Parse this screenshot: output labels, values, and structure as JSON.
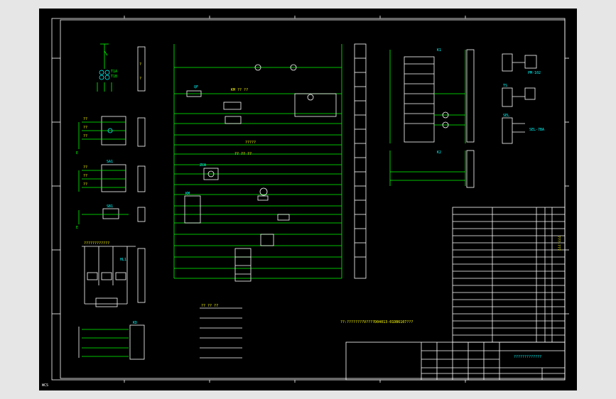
{
  "viewport_label": "WCS",
  "notes": {
    "main": "??:????????V????D04013-01DB6107???",
    "sheet_title": "?????????????"
  },
  "labels": {
    "ta": "T1A",
    "tb": "T1B",
    "e1": "E",
    "e2": "E",
    "e3": "E",
    "sa1": "SA1",
    "sb1": "SB1",
    "hl1": "HL1",
    "kd": "KD",
    "sel": "SEL",
    "sel2": "SEL-7BA",
    "pm": "PM-102",
    "qf": "QF",
    "ts": "TS",
    "k1": "K1",
    "k2": "K2",
    "zc": "ZCA",
    "side_code": "???-???",
    "km": "KM"
  },
  "colors": {
    "background": "#000000",
    "frame": "#ffffff",
    "wire": "#00ff00",
    "component": "#ffff00",
    "label": "#00ffff"
  }
}
